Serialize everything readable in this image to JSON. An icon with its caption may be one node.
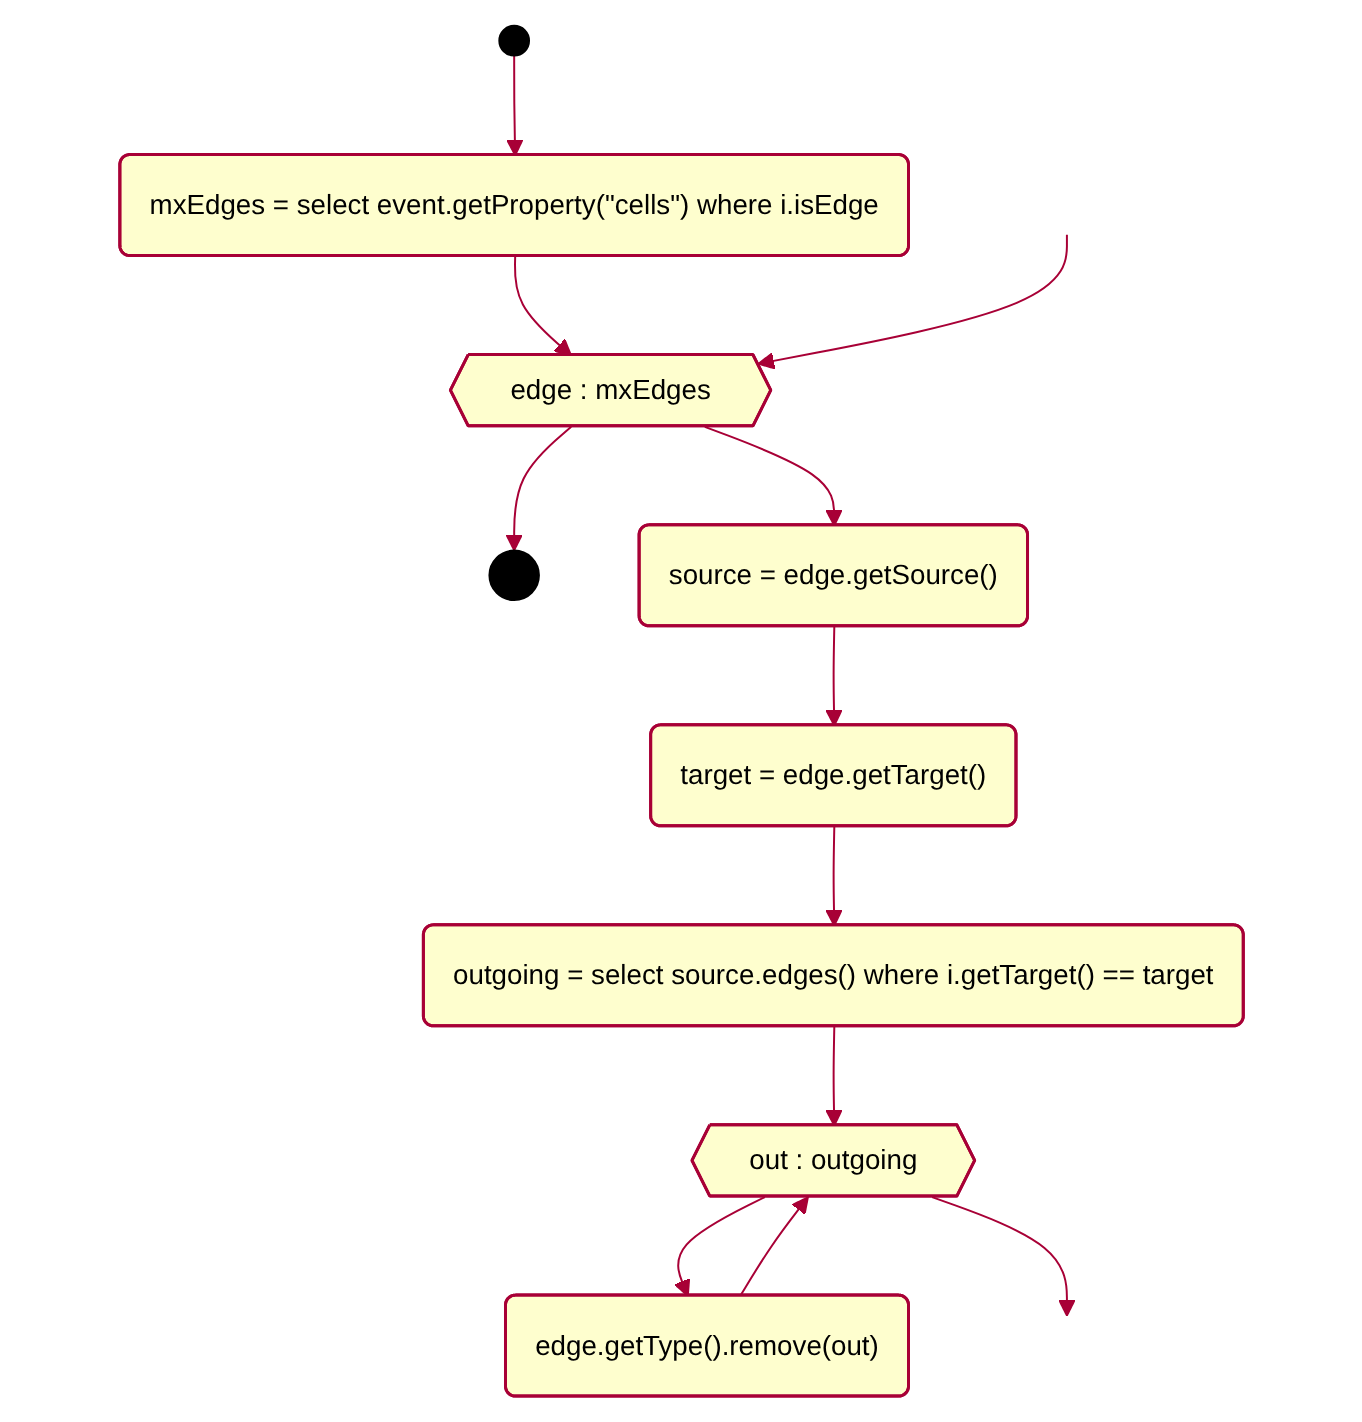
{
  "diagram": {
    "nodes": [
      {
        "text": [],
        "shape": "circle"
      },
      {
        "text": [
          "mxEdges = select event.getProperty(\"cells\") where i.isEdge"
        ]
      },
      {
        "text": [
          "edge : mxEdges"
        ]
      },
      {
        "text": [],
        "shape": "circle"
      },
      {
        "text": [
          "source = edge.getSource()"
        ]
      },
      {
        "text": [
          "target = edge.getTarget()"
        ]
      },
      {
        "text": [
          "outgoing = select source.edges() where i.getTarget() == target"
        ]
      },
      {
        "text": [
          "out : outgoing"
        ]
      },
      {
        "text": [
          "edge.getType().remove(out)"
        ]
      }
    ],
    "edges": [
      {
        "from": 0,
        "to": 1,
        "arrow": "to"
      },
      {
        "from": 1,
        "to": 2,
        "arrow": "to"
      },
      {
        "from": 2,
        "to": 3,
        "arrow": "to"
      },
      {
        "from": 2,
        "to": 4,
        "arrow": "to"
      },
      {
        "from": 4,
        "to": 5,
        "arrow": "to"
      },
      {
        "from": 5,
        "to": 6,
        "arrow": "to"
      },
      {
        "from": 6,
        "to": 7,
        "arrow": "to"
      },
      {
        "from": 7,
        "to": 8,
        "arrow": "to"
      },
      {
        "from": 8,
        "to": 7,
        "arrow": "to"
      },
      {
        "from": 7,
        "to": null,
        "arrow": "to"
      },
      {
        "from": null,
        "to": 2,
        "arrow": "to"
      }
    ]
  }
}
